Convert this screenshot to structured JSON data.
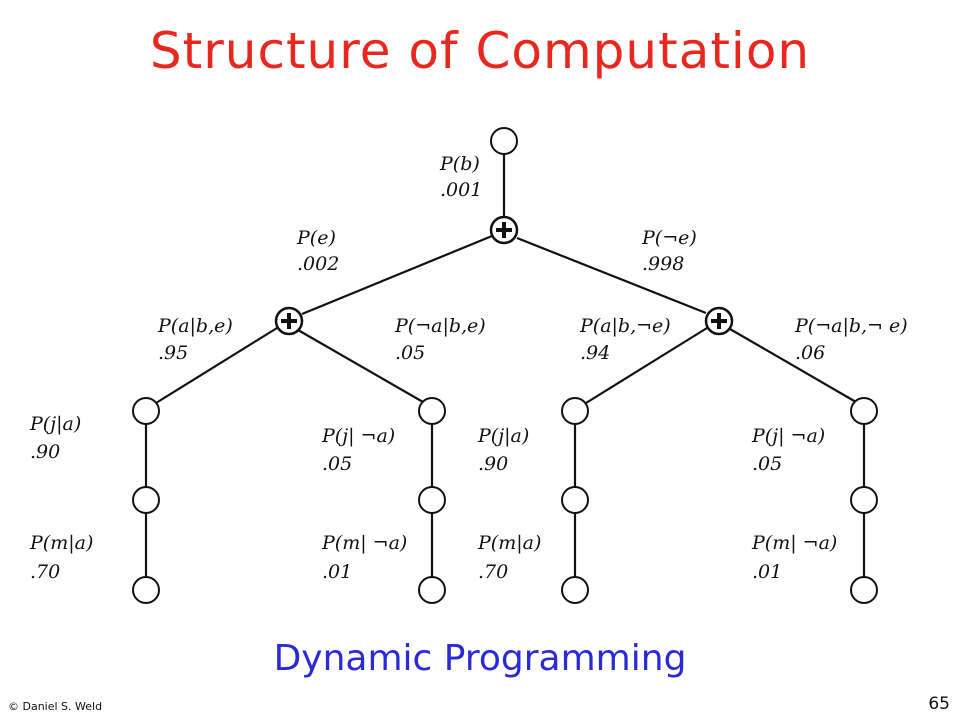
{
  "title": "Structure of Computation",
  "subtitle": "Dynamic Programming",
  "footer": {
    "copyright": "© Daniel S. Weld",
    "page_number": "65"
  },
  "tree": {
    "edge_labels": [
      {
        "id": "pb",
        "name": "P(b)",
        "value": ".001"
      },
      {
        "id": "pe",
        "name": "P(e)",
        "value": ".002"
      },
      {
        "id": "pne",
        "name": "P(¬e)",
        "value": ".998"
      },
      {
        "id": "pa_be",
        "name": "P(a|b,e)",
        "value": ".95"
      },
      {
        "id": "pna_be",
        "name": "P(¬a|b,e)",
        "value": ".05"
      },
      {
        "id": "pa_bne",
        "name": "P(a|b,¬e)",
        "value": ".94"
      },
      {
        "id": "pna_bne",
        "name": "P(¬a|b,¬ e)",
        "value": ".06"
      },
      {
        "id": "pj_a_1",
        "name": "P(j|a)",
        "value": ".90"
      },
      {
        "id": "pj_na_1",
        "name": "P(j| ¬a)",
        "value": ".05"
      },
      {
        "id": "pj_a_2",
        "name": "P(j|a)",
        "value": ".90"
      },
      {
        "id": "pj_na_2",
        "name": "P(j| ¬a)",
        "value": ".05"
      },
      {
        "id": "pm_a_1",
        "name": "P(m|a)",
        "value": ".70"
      },
      {
        "id": "pm_na_1",
        "name": "P(m| ¬a)",
        "value": ".01"
      },
      {
        "id": "pm_a_2",
        "name": "P(m|a)",
        "value": ".70"
      },
      {
        "id": "pm_na_2",
        "name": "P(m| ¬a)",
        "value": ".01"
      }
    ]
  },
  "colors": {
    "title": "#e8281e",
    "subtitle": "#2a2ad8"
  }
}
